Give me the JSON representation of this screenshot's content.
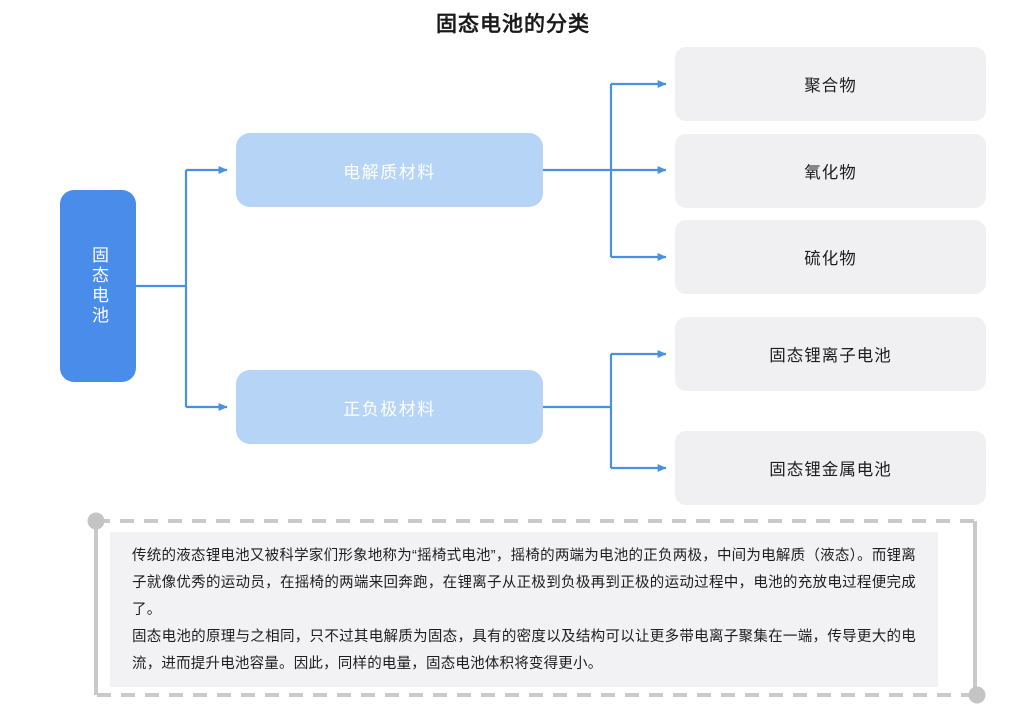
{
  "title": "固态电池的分类",
  "colors": {
    "root_fill": "#4a8cea",
    "level2_fill": "#b6d4f5",
    "leaf_fill": "#f0f0f2",
    "connector": "#4a90e2",
    "frame_line": "#c9c9cc",
    "footnote_bg": "#f2f2f4"
  },
  "root": {
    "label": "固态电池"
  },
  "branches": [
    {
      "label": "电解质材料",
      "children": [
        {
          "label": "聚合物"
        },
        {
          "label": "氧化物"
        },
        {
          "label": "硫化物"
        }
      ]
    },
    {
      "label": "正负极材料",
      "children": [
        {
          "label": "固态锂离子电池"
        },
        {
          "label": "固态锂金属电池"
        }
      ]
    }
  ],
  "leaves": [
    "聚合物",
    "氧化物",
    "硫化物",
    "固态锂离子电池",
    "固态锂金属电池"
  ],
  "footnote": {
    "paragraph1": "传统的液态锂电池又被科学家们形象地称为“摇椅式电池”，摇椅的两端为电池的正负两极，中间为电解质（液态）。而锂离子就像优秀的运动员，在摇椅的两端来回奔跑，在锂离子从正极到负极再到正极的运动过程中，电池的充放电过程便完成了。",
    "paragraph2": "固态电池的原理与之相同，只不过其电解质为固态，具有的密度以及结构可以让更多带电离子聚集在一端，传导更大的电流，进而提升电池容量。因此，同样的电量，固态电池体积将变得更小。"
  }
}
